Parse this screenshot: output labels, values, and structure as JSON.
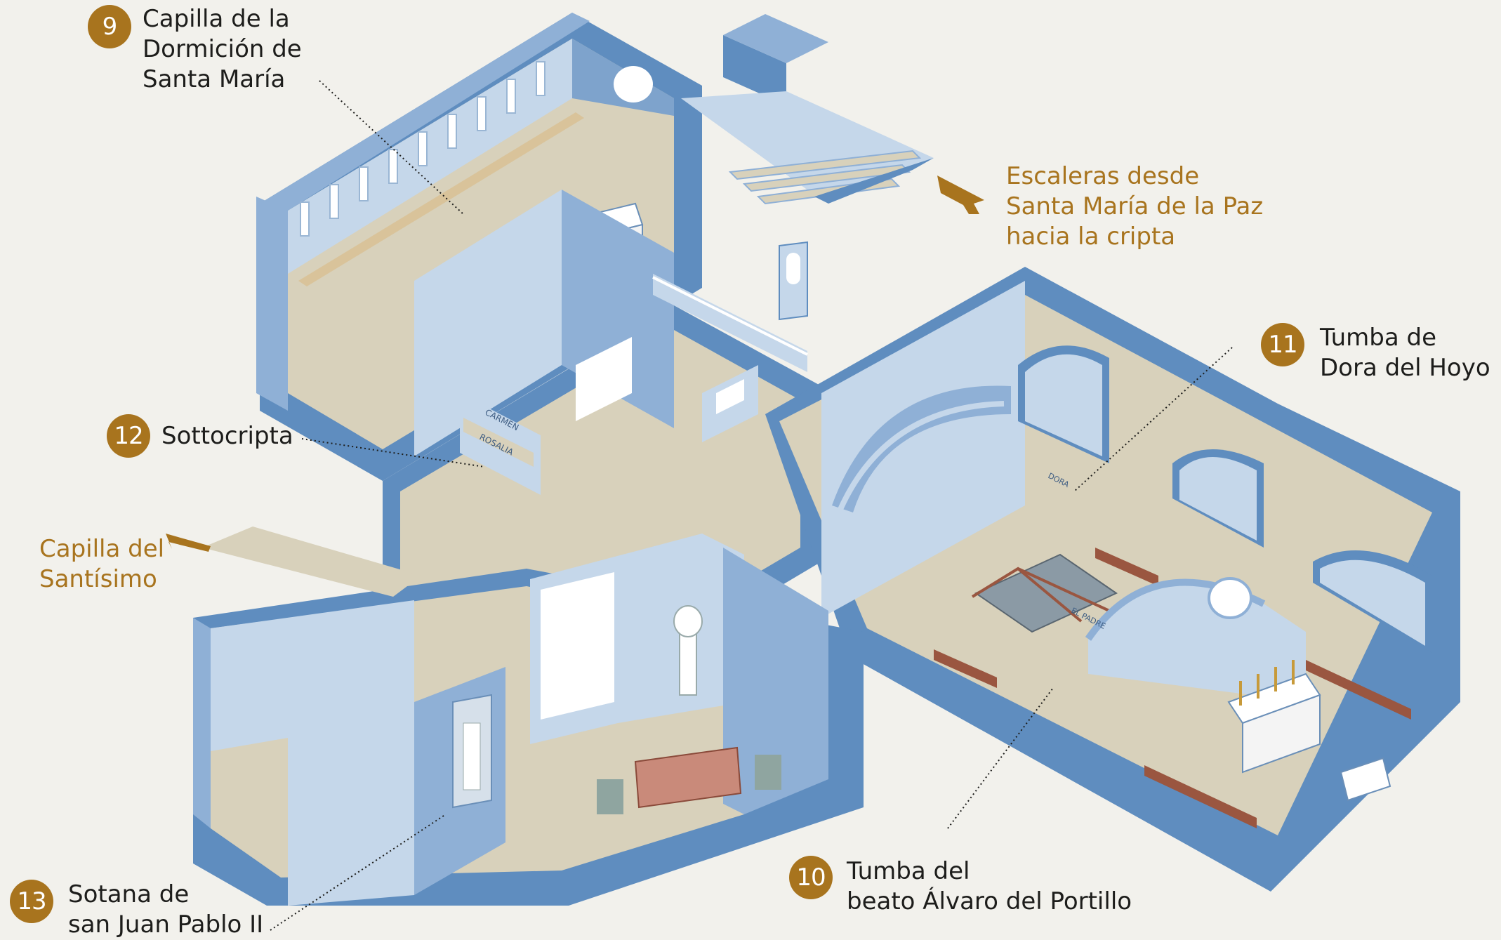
{
  "callouts": [
    {
      "id": "9",
      "name": "callout-9",
      "text": "Capilla de la\nDormición de\nSanta María"
    },
    {
      "id": "11",
      "name": "callout-11",
      "text": "Tumba de\nDora del Hoyo"
    },
    {
      "id": "12",
      "name": "callout-12",
      "text": "Sottocripta"
    },
    {
      "id": "10",
      "name": "callout-10",
      "text": "Tumba del\nbeato Álvaro del Portillo"
    },
    {
      "id": "13",
      "name": "callout-13",
      "text": "Sotana de\nsan Juan Pablo II"
    }
  ],
  "directions": [
    {
      "name": "direction-stairs",
      "text": "Escaleras desde\nSanta María de la Paz\nhacia la cripta"
    },
    {
      "name": "direction-santisimo",
      "text": "Capilla del\nSantísimo"
    }
  ],
  "engravings": {
    "carmen": "CARMEN",
    "rosalia": "ROSALIA",
    "dora": "DORA",
    "el_padre": "EL PADRE"
  },
  "colors": {
    "background": "#f2f1ec",
    "wall_top": "#8fb0d6",
    "wall_side": "#5f8dbf",
    "wall_face": "#c5d7ea",
    "floor": "#d8d1bb",
    "accent": "#a8741e",
    "wood": "#9a5640"
  }
}
